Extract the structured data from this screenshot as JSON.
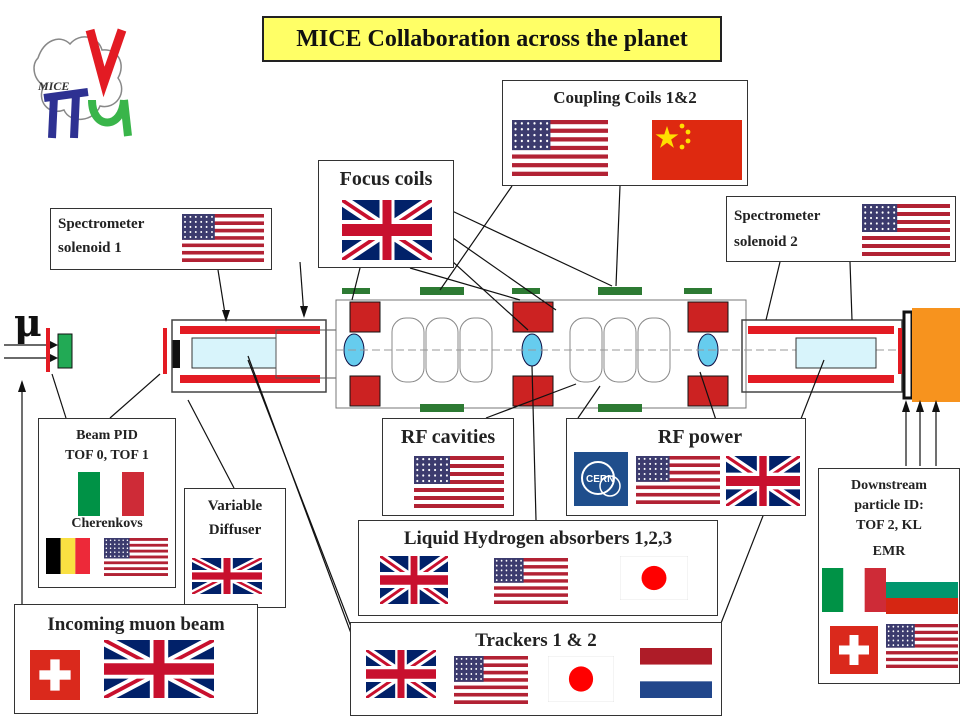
{
  "title": "MICE Collaboration across the planet",
  "logo_text": "MICE",
  "muon_symbol": "μ",
  "colors": {
    "title_bg": "#ffff66",
    "magnet_red": "#e31b23",
    "cavity_cyan": "#66ccee",
    "absorber_orange": "#f7931e"
  },
  "labels": {
    "coupling_coils": "Coupling Coils 1&2",
    "focus_coils": "Focus coils",
    "spectrometer_1_line1": "Spectrometer",
    "spectrometer_1_line2": "solenoid 1",
    "spectrometer_2_line1": "Spectrometer",
    "spectrometer_2_line2": "solenoid 2",
    "beam_pid_line1": "Beam PID",
    "beam_pid_line2": "TOF 0, TOF 1",
    "cherenkovs": "Cherenkovs",
    "variable_diffuser_line1": "Variable",
    "variable_diffuser_line2": "Diffuser",
    "incoming_muon_beam": "Incoming muon beam",
    "rf_cavities": "RF cavities",
    "rf_power": "RF power",
    "cern_logo": "CERN",
    "lh2_absorbers": "Liquid Hydrogen absorbers 1,2,3",
    "trackers": "Trackers 1 & 2",
    "downstream_line1": "Downstream",
    "downstream_line2": "particle ID:",
    "downstream_line3": "TOF 2, KL",
    "downstream_line4": "EMR"
  },
  "flags": {
    "coupling_coils": [
      "usa",
      "china"
    ],
    "focus_coils": [
      "uk"
    ],
    "spectrometer_1": [
      "usa"
    ],
    "spectrometer_2": [
      "usa"
    ],
    "beam_pid": [
      "italy"
    ],
    "cherenkovs": [
      "belgium",
      "usa"
    ],
    "variable_diffuser": [
      "uk"
    ],
    "incoming_muon_beam": [
      "switzerland",
      "uk"
    ],
    "rf_cavities": [
      "usa"
    ],
    "rf_power": [
      "cern",
      "usa",
      "uk"
    ],
    "lh2_absorbers": [
      "uk",
      "usa",
      "japan"
    ],
    "trackers": [
      "uk",
      "usa",
      "japan",
      "netherlands"
    ],
    "downstream_pid": [
      "italy",
      "bulgaria",
      "switzerland",
      "usa"
    ]
  }
}
